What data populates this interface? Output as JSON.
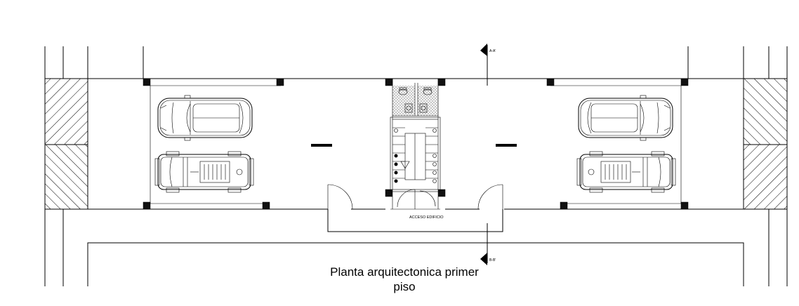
{
  "plan": {
    "title_line1": "Planta arquitectonica primer",
    "title_line2": "piso",
    "entrance_label": "ACCESO EDIFICIO",
    "section_top_label": "A-A'",
    "section_bottom_label": "B-B'"
  },
  "colors": {
    "line": "#000000",
    "background": "#ffffff"
  },
  "icons": [
    "car-icon",
    "suv-icon",
    "toilet-icon",
    "sink-icon",
    "section-marker-icon",
    "door-swing-icon"
  ]
}
